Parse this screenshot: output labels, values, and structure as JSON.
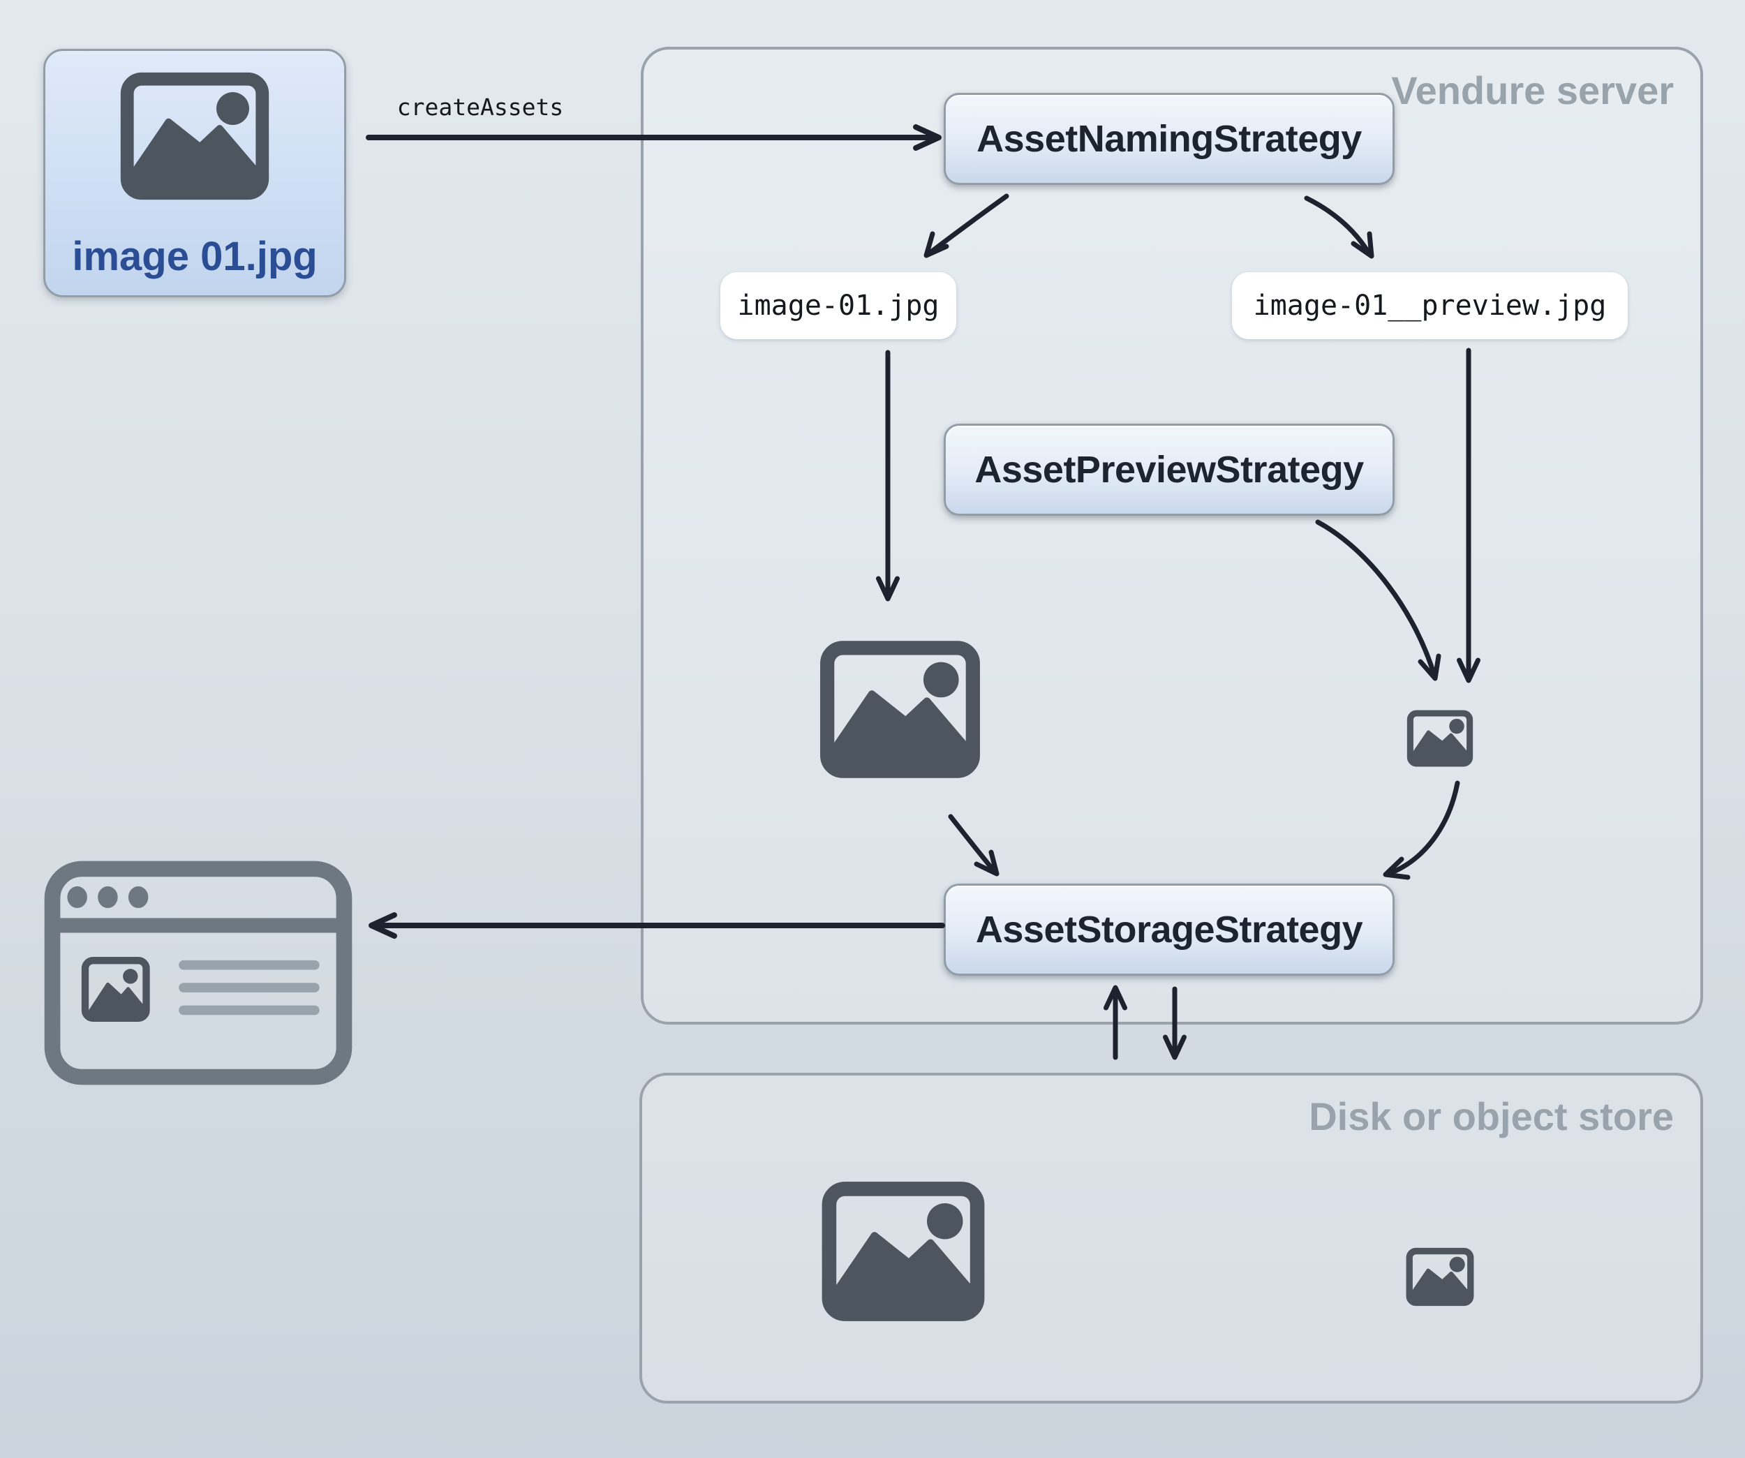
{
  "upload": {
    "filename": "image 01.jpg"
  },
  "flow": {
    "create_assets_label": "createAssets"
  },
  "vendure": {
    "title": "Vendure server",
    "naming_strategy": "AssetNamingStrategy",
    "preview_strategy": "AssetPreviewStrategy",
    "storage_strategy": "AssetStorageStrategy",
    "original_filename": "image-01.jpg",
    "preview_filename": "image-01__preview.jpg"
  },
  "disk": {
    "title": "Disk or object store"
  },
  "colors": {
    "bg-top": "#e3e9ee",
    "bg-bottom": "#cbd4dc",
    "container-border": "#9aa3ab",
    "container-title": "#99a3ac",
    "box-border": "#939da7",
    "box-text": "#1c2430",
    "chip-bg": "#ffffff",
    "code-text": "#15181d",
    "file-text": "#2a4d94",
    "icon": "#4d565f",
    "browser": "#6e7881",
    "browser-light": "#99a3ac",
    "arrow": "#1d232e",
    "filebox-top": "#dfeafa",
    "filebox-bottom": "#c1d5ee",
    "stratbox-top": "#f3f7fc",
    "stratbox-bottom": "#c9d8ec"
  }
}
